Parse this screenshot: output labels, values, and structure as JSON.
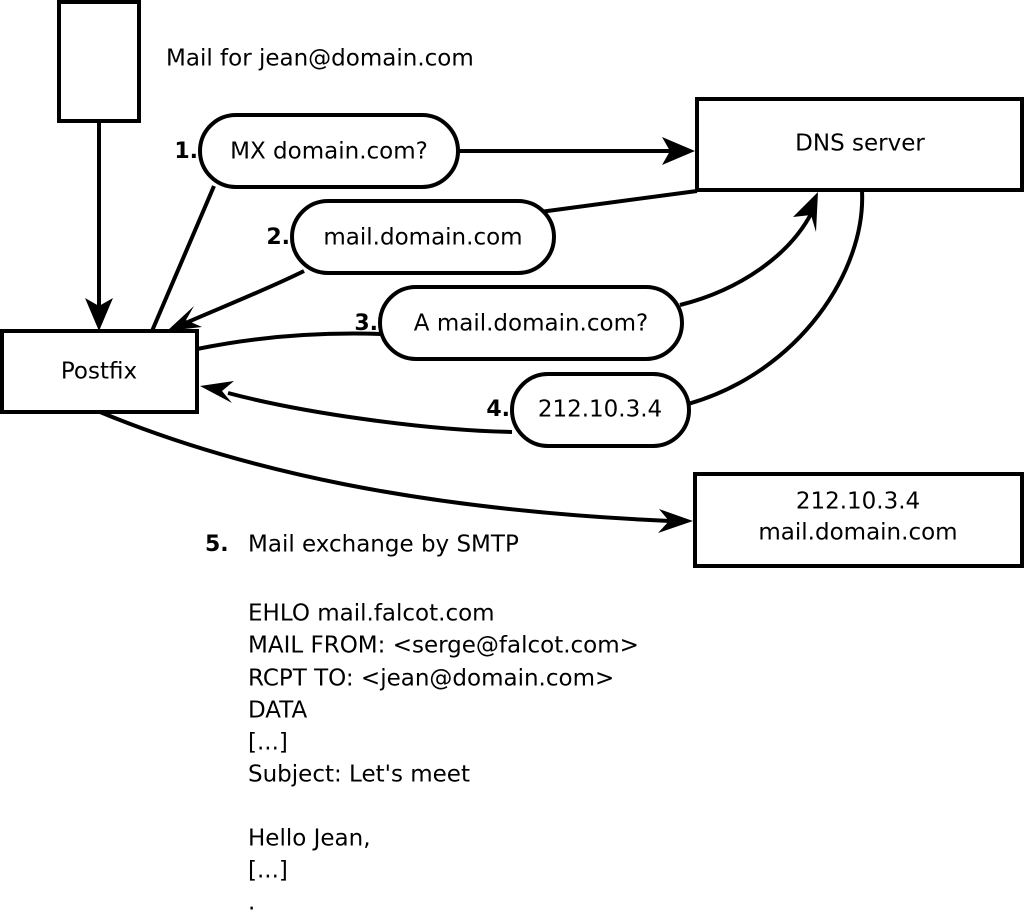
{
  "diagram": {
    "title_text": "Mail for jean@domain.com",
    "nodes": {
      "sender": {
        "label": ""
      },
      "postfix": {
        "label": "Postfix"
      },
      "dns": {
        "label": "DNS server"
      },
      "mailhost": {
        "line1": "212.10.3.4",
        "line2": "mail.domain.com"
      }
    },
    "steps": [
      {
        "number": "1.",
        "label": "MX domain.com?"
      },
      {
        "number": "2.",
        "label": "mail.domain.com"
      },
      {
        "number": "3.",
        "label": "A mail.domain.com?"
      },
      {
        "number": "4.",
        "label": "212.10.3.4"
      }
    ],
    "step5": {
      "number": "5.",
      "label": "Mail exchange by SMTP"
    },
    "transcript": [
      "EHLO mail.falcot.com",
      "MAIL FROM: <serge@falcot.com>",
      "RCPT TO: <jean@domain.com>",
      "DATA",
      "[...]",
      "Subject: Let's meet",
      "",
      "Hello Jean,",
      "[...]",
      "."
    ],
    "colors": {
      "stroke": "#000000",
      "fill": "#ffffff",
      "background": "#ffffff"
    }
  }
}
